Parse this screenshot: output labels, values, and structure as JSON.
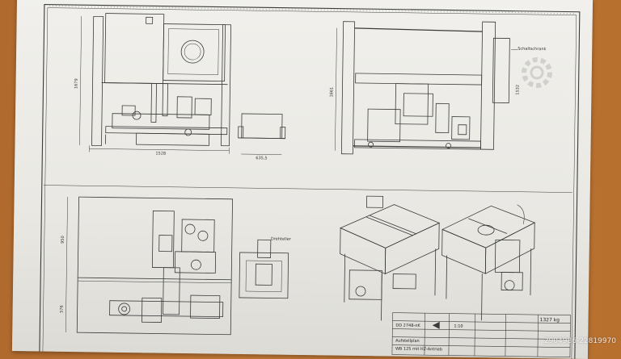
{
  "drawing": {
    "dimensions": {
      "front_width": "1528",
      "front_height": "1679",
      "small_box_width": "635,5",
      "side_height_left": "1661",
      "side_height_right": "1532",
      "top_height_upper": "950",
      "top_height_lower": "576"
    },
    "labels": {
      "side_callout": "Schaltschrank",
      "top_callout": "Drehteller"
    },
    "title_block": {
      "title_line1": "Aufstellplan",
      "title_line2": "WB 125 mit HZ-Antrieb",
      "drawing_no": "DD 2748-nK",
      "scale": "1:10",
      "weight": "1327 kg"
    }
  },
  "watermark": "2904986-22819970"
}
